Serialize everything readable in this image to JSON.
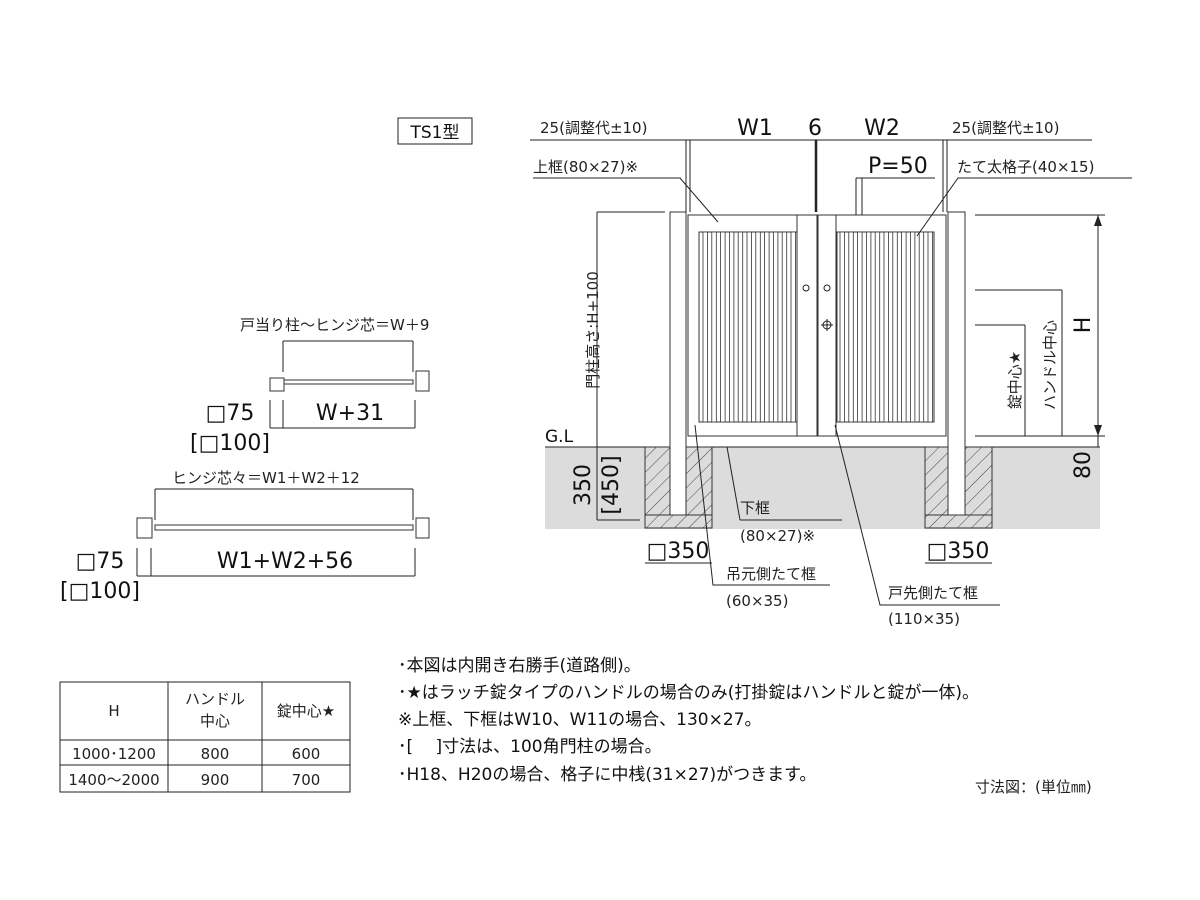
{
  "model_label": "TS1型",
  "top_dims": {
    "left_adjust": "25(調整代±10)",
    "w1": "W1",
    "gap": "6",
    "w2": "W2",
    "right_adjust": "25(調整代±10)"
  },
  "labels": {
    "top_frame": "上框(80×27)※",
    "pitch": "P=50",
    "thick_lattice": "たて太格子(40×15)",
    "post_height": "門柱高さ:H+100",
    "gl": "G.L",
    "depth": "350",
    "depth_100": "[450]",
    "bottom_frame": "下框",
    "bottom_frame_size": "(80×27)※",
    "foundation_left": "□350",
    "foundation_right": "□350",
    "hinge_stile": "吊元側たて框",
    "hinge_stile_size": "(60×35)",
    "latch_stile": "戸先側たて框",
    "latch_stile_size": "(110×35)",
    "h": "H",
    "handle_center": "ハンドル中心",
    "lock_center": "錠中心★",
    "clearance": "80"
  },
  "plan_single": {
    "title": "戸当り柱～ヒンジ芯＝W＋9",
    "post": "□75",
    "post_100": "[□100]",
    "width": "W+31"
  },
  "plan_double": {
    "title": "ヒンジ芯々＝W1＋W2＋12",
    "post": "□75",
    "post_100": "[□100]",
    "width": "W1+W2+56"
  },
  "table": {
    "headers": [
      "H",
      "ハンドル",
      "中心",
      "錠中心★"
    ],
    "rows": [
      [
        "1000･1200",
        "800",
        "600"
      ],
      [
        "1400～2000",
        "900",
        "700"
      ]
    ]
  },
  "notes": [
    "･本図は内開き右勝手(道路側)。",
    "･★はラッチ錠タイプのハンドルの場合のみ(打掛錠はハンドルと錠が一体)。",
    "※上框、下框はW10、W11の場合、130×27。",
    "･[　 ]寸法は、100角門柱の場合。",
    "･H18、H20の場合、格子に中桟(31×27)がつきます。"
  ],
  "unit_note": "寸法図：(単位㎜)",
  "colors": {
    "ground": "#dcdcdc",
    "line": "#222222"
  }
}
